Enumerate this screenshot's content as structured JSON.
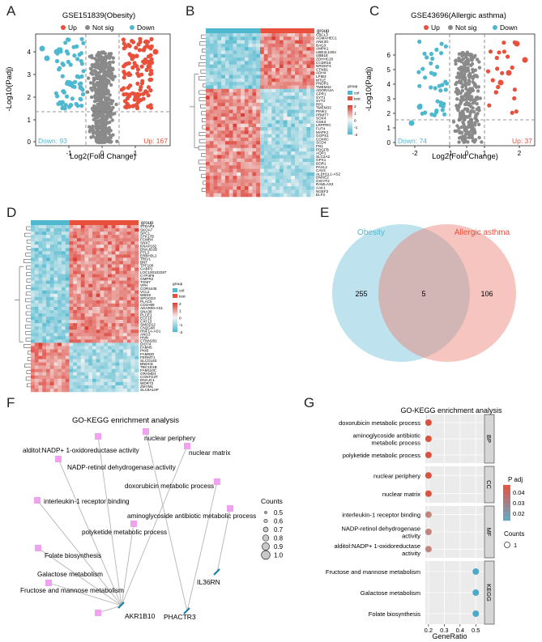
{
  "panels": {
    "A": {
      "letter": "A",
      "title": "GSE151839(Obesity)",
      "legend": [
        {
          "label": "Up",
          "color": "#e8503b"
        },
        {
          "label": "Not sig",
          "color": "#8a8a8a"
        },
        {
          "label": "Down",
          "color": "#4fb8cf"
        }
      ],
      "ylabel": "-Log10(Padj)",
      "xlabel": "Log2(Fold Change)",
      "down_text": "Down: 93",
      "up_text": "Up: 167",
      "xticks": [
        "-1",
        "0",
        "1"
      ],
      "yticks": [
        "0",
        "1",
        "2",
        "3",
        "4"
      ]
    },
    "B": {
      "letter": "B",
      "genes": [
        "CBCL3",
        "AGMAHEC1",
        "ANK3G",
        "BAG3",
        "AMPK1",
        "UBE2L1004",
        "UBB1E",
        "ZDHHC20",
        "CCDR16",
        "NRGKF4",
        "CTNB1",
        "ADH4",
        "LPIB3",
        "MTLE",
        "PNDR1",
        "TMEM42",
        "ADORA2A",
        "GPR1",
        "SYT1",
        "SYT2",
        "RP1",
        "TMEM33",
        "PINK1",
        "PRMT7",
        "SOX4",
        "GSK3",
        "LRPPRC",
        "FUT4",
        "MAPK1",
        "GGPS1",
        "COX8C",
        "SCD4",
        "FN1",
        "PDGFB",
        "AQP1",
        "SLC2A2",
        "GPX1",
        "DDR1",
        "PAXL2",
        "CAV3",
        "ALDH1L1-AS2",
        "DMXE2",
        "GIGYF2",
        "RAMLAX2",
        "AAK1",
        "NGEF2",
        "ELF3"
      ],
      "legend_title": "group",
      "legend_groups": [
        "ctrl",
        "test"
      ],
      "scale_labels": [
        "2",
        "1",
        "0",
        "-1",
        "-2"
      ],
      "group_label": "group"
    },
    "C": {
      "letter": "C",
      "title": "GSE43696(Allergic asthma)",
      "legend": [
        {
          "label": "Up",
          "color": "#e8503b"
        },
        {
          "label": "Not sig",
          "color": "#8a8a8a"
        },
        {
          "label": "Down",
          "color": "#4fb8cf"
        }
      ],
      "ylabel": "-Log10(Padj)",
      "xlabel": "Log2(Fold Change)",
      "down_text": "Down: 74",
      "up_text": "Up: 37",
      "xticks": [
        "-2",
        "-1",
        "0",
        "1",
        "2"
      ],
      "yticks": [
        "0",
        "1",
        "2",
        "3",
        "4",
        "5",
        "6"
      ]
    },
    "D": {
      "letter": "D",
      "genes": [
        "STEAP4",
        "SKOA7",
        "SPC1",
        "STK17B",
        "FCMR4",
        "SNX7",
        "KNAP182",
        "DNAJD2B",
        "PTL3",
        "ERBH3L2",
        "TRIV1",
        "BNT",
        "TPF100",
        "GABP1",
        "LOC100102287",
        "CYP4F8",
        "GMPR2",
        "TGM7",
        "VPH",
        "COR4445",
        "VCL2",
        "WBS5",
        "SPOCD3",
        "PLAC5",
        "CD1H69",
        "ADAR00-AS1",
        "SNA38",
        "PLCE1",
        "ECF10",
        "CXF13",
        "SMOD12",
        "CN2G48",
        "HNF1A-AS1",
        "ANG3",
        "HNN",
        "CTNN1B1",
        "DIO74",
        "FAM45",
        "PKIB",
        "FAM830",
        "FERMT1",
        "SLCO183",
        "BNDCE",
        "TBC1D1B",
        "FAM110C",
        "GRAMD4",
        "CGNTG3T",
        "DNAJC1",
        "WDR73",
        "ZMYM1",
        "SLC9A10P"
      ],
      "legend_title": "group",
      "legend_groups": [
        "ctrl",
        "test"
      ],
      "scale_labels": [
        "2",
        "1",
        "0",
        "-1",
        "-2"
      ],
      "group_label": "group"
    },
    "E": {
      "letter": "E",
      "left_label": "Obesity",
      "right_label": "Allergic asthma",
      "left_count": "255",
      "center_count": "5",
      "right_count": "106"
    },
    "F": {
      "letter": "F",
      "title": "GO-KEGG enrichment analysis",
      "terms": [
        "nuclear periphery",
        "alditol:NADP+ 1-oxidoreductase activity",
        "nuclear matrix",
        "NADP-retinol dehydrogenase activity",
        "doxorubicin metabolic process",
        "interleukin-1 receptor binding",
        "aminoglycoside antibiotic metabolic process",
        "polyketide metabolic process",
        "Folate biosynthesis",
        "Galactose metabolism",
        "Fructose and mannose metabolism"
      ],
      "genes": [
        "IL36RN",
        "AKR1B10",
        "PHACTR3"
      ],
      "counts_title": "Counts",
      "counts_levels": [
        "0.5",
        "0.6",
        "0.7",
        "0.8",
        "0.9",
        "1.0"
      ]
    },
    "G": {
      "letter": "G",
      "title": "GO-KEGG enrichment analysis",
      "xlabel": "GeneRatio",
      "xticks": [
        "0.2",
        "0.3",
        "0.4",
        "0.5"
      ],
      "padj_title": "P adj",
      "padj_ticks": [
        "0.04",
        "0.03",
        "0.02"
      ],
      "counts_title": "Counts",
      "counts_value": "1",
      "groups": [
        {
          "name": "BP",
          "terms": [
            "doxorubicin metabolic process",
            "aminoglycoside antibiotic metabolic process",
            "polyketide metabolic process"
          ]
        },
        {
          "name": "CC",
          "terms": [
            "nuclear periphery",
            "nuclear matrix"
          ]
        },
        {
          "name": "MF",
          "terms": [
            "interleukin-1 receptor binding",
            "NADP-retinol dehydrogenase activity",
            "alditol:NADP+ 1-oxidoreductase activity"
          ]
        },
        {
          "name": "KEGG",
          "terms": [
            "Fructose and mannose metabolism",
            "Galactose metabolism",
            "Folate biosynthesis"
          ]
        }
      ]
    }
  },
  "chart_data": [
    {
      "type": "scatter",
      "panel": "G",
      "title": "GO-KEGG enrichment analysis",
      "xlabel": "GeneRatio",
      "xlim": [
        0.18,
        0.55
      ],
      "series": [
        {
          "name": "BP",
          "points": [
            {
              "term": "doxorubicin metabolic process",
              "x": 0.2,
              "padj": 0.045
            },
            {
              "term": "aminoglycoside antibiotic metabolic process",
              "x": 0.2,
              "padj": 0.045
            },
            {
              "term": "polyketide metabolic process",
              "x": 0.2,
              "padj": 0.045
            }
          ]
        },
        {
          "name": "CC",
          "points": [
            {
              "term": "nuclear periphery",
              "x": 0.2,
              "padj": 0.045
            },
            {
              "term": "nuclear matrix",
              "x": 0.2,
              "padj": 0.045
            }
          ]
        },
        {
          "name": "MF",
          "points": [
            {
              "term": "interleukin-1 receptor binding",
              "x": 0.2,
              "padj": 0.035
            },
            {
              "term": "NADP-retinol dehydrogenase activity",
              "x": 0.2,
              "padj": 0.035
            },
            {
              "term": "alditol:NADP+ 1-oxidoreductase activity",
              "x": 0.2,
              "padj": 0.035
            }
          ]
        },
        {
          "name": "KEGG",
          "points": [
            {
              "term": "Fructose and mannose metabolism",
              "x": 0.5,
              "padj": 0.018
            },
            {
              "term": "Galactose metabolism",
              "x": 0.5,
              "padj": 0.018
            },
            {
              "term": "Folate biosynthesis",
              "x": 0.5,
              "padj": 0.018
            }
          ]
        }
      ]
    }
  ]
}
